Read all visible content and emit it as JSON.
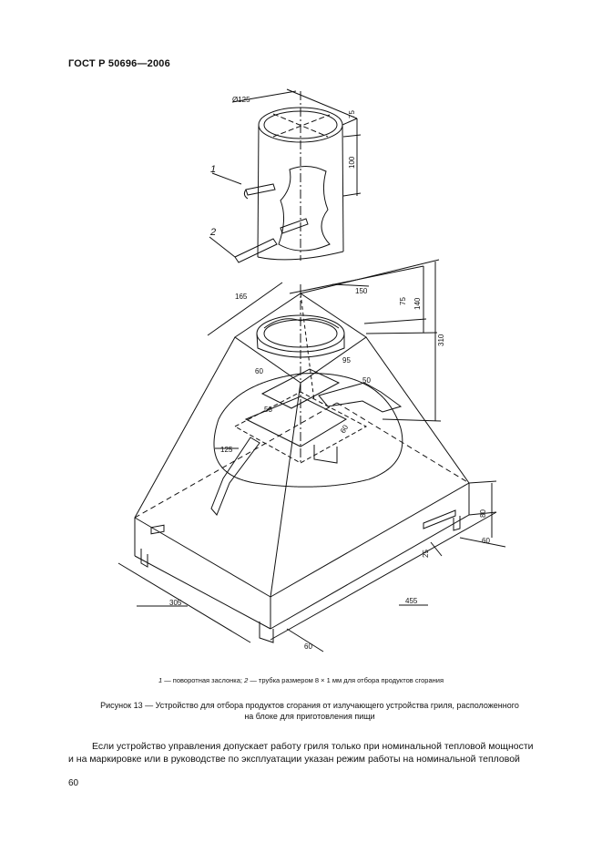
{
  "header": {
    "standard": "ГОСТ Р 50696—2006"
  },
  "drawing": {
    "dims": {
      "d125": "Ø125",
      "d75_top": "75",
      "d100": "100",
      "d150": "150",
      "d165": "165",
      "d75_mid": "75",
      "d140": "140",
      "d310": "310",
      "d60_left": "60",
      "d95": "95",
      "d50": "50",
      "d53": "53",
      "d60_small": "60",
      "d125_bot": "125",
      "d80": "80",
      "d60_right": "60",
      "d25": "25",
      "d305": "305",
      "d455": "455",
      "d60_bottom": "60"
    },
    "callouts": {
      "one": "1",
      "two": "2"
    }
  },
  "legend": {
    "n1": "1",
    "t1": " — поворотная заслонка; ",
    "n2": "2",
    "t2": " — трубка размером 8 × 1 мм для отбора продуктов сгорания"
  },
  "caption": {
    "line1": "Рисунок 13 — Устройство для отбора продуктов сгорания от излучающего устройства гриля, расположенного",
    "line2": "на блоке для приготовления пищи"
  },
  "body": {
    "line1": "Если устройство управления допускает работу гриля только при номинальной тепловой мощности",
    "line2": "и на маркировке или в руководстве по эксплуатации указан режим работы на номинальной тепловой"
  },
  "page_number": "60"
}
